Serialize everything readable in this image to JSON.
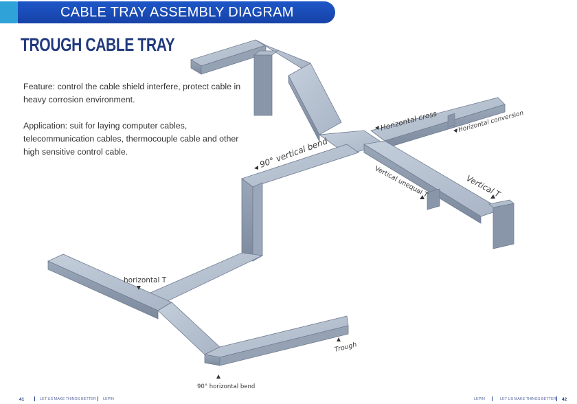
{
  "header": {
    "title": "CABLE TRAY ASSEMBLY DIAGRAM"
  },
  "section": {
    "title": "TROUGH CABLE TRAY"
  },
  "text": {
    "feature": "Feature: control the cable shield interfere, protect cable in heavy corrosion environment.",
    "application": "Application: suit for laying computer cables, telecommunication cables, thermocouple cable and other high sensitive control cable."
  },
  "labels": {
    "horizontal_cross": "Horizontal cross",
    "horizontal_conversion": "Horizontal conversion",
    "vertical_bend_90": "90° vertical bend",
    "vertical_unequal_t": "Vertical unequal T",
    "vertical_t": "Vertical T",
    "horizontal_t": "horizontal T",
    "trough": "Trough",
    "horizontal_bend_90": "90° horizontal bend"
  },
  "footer": {
    "left_page": "41",
    "left_slogan": "LET US MAKE THINGS BETTER",
    "left_brand": "LEPIN",
    "right_brand": "LEPIN",
    "right_slogan": "LET US MAKE THINGS BETTER",
    "right_page": "42"
  },
  "colors": {
    "header_blue": "#1d56c8",
    "header_accent": "#2fa2d7",
    "title_navy": "#213a7d",
    "tray_top": "#b9c4d3",
    "tray_side": "#8c99ad"
  }
}
